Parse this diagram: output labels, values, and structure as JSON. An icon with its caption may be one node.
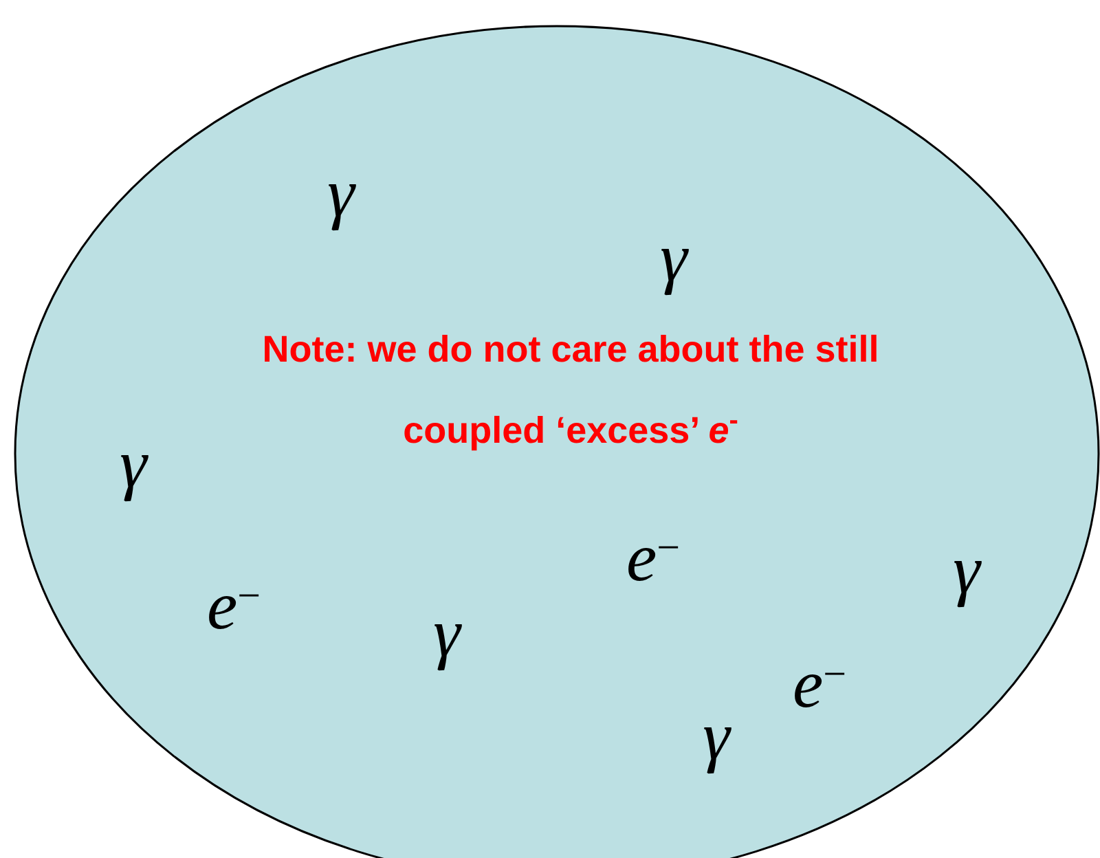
{
  "diagram": {
    "nodes": [
      {
        "text": [
          "Note: we do not care about the still coupled ‘excess’ *e*$^{-}$"
        ]
      }
    ],
    "labels": [
      "γ",
      "γ",
      "γ",
      "e$^{−}$",
      "γ",
      "e$^{−}$",
      "γ",
      "e$^{−}$",
      "γ"
    ]
  }
}
